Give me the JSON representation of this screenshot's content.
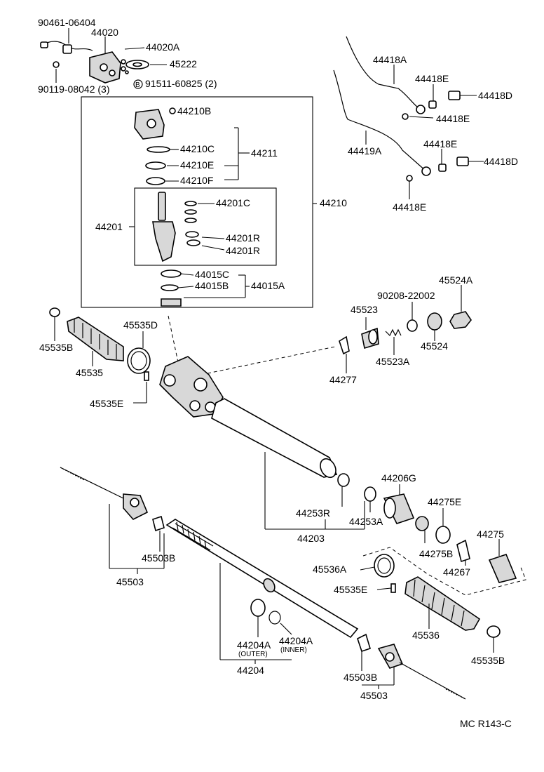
{
  "labels": {
    "l_90461_06404": "90461-06404",
    "l_44020": "44020",
    "l_44020A": "44020A",
    "l_45222": "45222",
    "l_90119_08042": "90119-08042 (3)",
    "l_91511_60825": "91511-60825 (2)",
    "l_bolt_b": "B",
    "l_44210B": "44210B",
    "l_44210C": "44210C",
    "l_44210E": "44210E",
    "l_44210F": "44210F",
    "l_44211": "44211",
    "l_44201C": "44201C",
    "l_44201": "44201",
    "l_44201R_a": "44201R",
    "l_44201R_b": "44201R",
    "l_44210": "44210",
    "l_44015C": "44015C",
    "l_44015B": "44015B",
    "l_44015A": "44015A",
    "l_44418A": "44418A",
    "l_44418E_1": "44418E",
    "l_44418D_1": "44418D",
    "l_44418E_2": "44418E",
    "l_44419A": "44419A",
    "l_44418E_3": "44418E",
    "l_44418D_2": "44418D",
    "l_44418E_4": "44418E",
    "l_45535B_left": "45535B",
    "l_45535_left": "45535",
    "l_45535D": "45535D",
    "l_45535E_left": "45535E",
    "l_90208_22002": "90208-22002",
    "l_45524A": "45524A",
    "l_45523": "45523",
    "l_45524": "45524",
    "l_45523A": "45523A",
    "l_44277": "44277",
    "l_44206G": "44206G",
    "l_44275E": "44275E",
    "l_44253R": "44253R",
    "l_44253A": "44253A",
    "l_44203": "44203",
    "l_44275B": "44275B",
    "l_44275": "44275",
    "l_44267": "44267",
    "l_45503B_left": "45503B",
    "l_45503_left": "45503",
    "l_45536A": "45536A",
    "l_45535E_right": "45535E",
    "l_45536": "45536",
    "l_44204A_outer": "44204A",
    "l_outer": "(OUTER)",
    "l_44204A_inner": "44204A",
    "l_inner": "(INNER)",
    "l_44204": "44204",
    "l_45535B_right": "45535B",
    "l_45503B_right": "45503B",
    "l_45503_right": "45503",
    "l_footer": "MC  R143-C"
  }
}
